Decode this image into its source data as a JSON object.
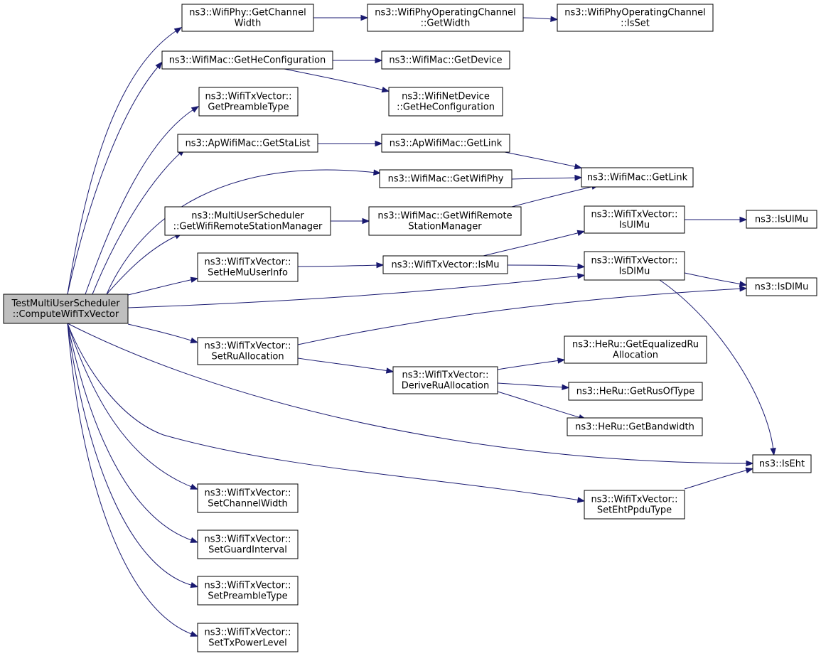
{
  "graph": {
    "type": "call-graph",
    "nodes": [
      {
        "id": "root",
        "lines": [
          "TestMultiUserScheduler",
          "::ComputeWifiTxVector"
        ],
        "highlighted": true
      },
      {
        "id": "getChannelWidth",
        "lines": [
          "ns3::WifiPhy::GetChannel",
          "Width"
        ]
      },
      {
        "id": "opChGetWidth",
        "lines": [
          "ns3::WifiPhyOperatingChannel",
          "::GetWidth"
        ]
      },
      {
        "id": "opChIsSet",
        "lines": [
          "ns3::WifiPhyOperatingChannel",
          "::IsSet"
        ]
      },
      {
        "id": "getHeConfiguration",
        "lines": [
          "ns3::WifiMac::GetHeConfiguration"
        ]
      },
      {
        "id": "getDevice",
        "lines": [
          "ns3::WifiMac::GetDevice"
        ]
      },
      {
        "id": "netDevGetHeConf",
        "lines": [
          "ns3::WifiNetDevice",
          "::GetHeConfiguration"
        ]
      },
      {
        "id": "getPreambleType",
        "lines": [
          "ns3::WifiTxVector::",
          "GetPreambleType"
        ]
      },
      {
        "id": "getStaList",
        "lines": [
          "ns3::ApWifiMac::GetStaList"
        ]
      },
      {
        "id": "apGetLink",
        "lines": [
          "ns3::ApWifiMac::GetLink"
        ]
      },
      {
        "id": "getWifiPhy",
        "lines": [
          "ns3::WifiMac::GetWifiPhy"
        ]
      },
      {
        "id": "macGetLink",
        "lines": [
          "ns3::WifiMac::GetLink"
        ]
      },
      {
        "id": "musGetRsm",
        "lines": [
          "ns3::MultiUserScheduler",
          "::GetWifiRemoteStationManager"
        ]
      },
      {
        "id": "macGetRsm",
        "lines": [
          "ns3::WifiMac::GetWifiRemote",
          "StationManager"
        ]
      },
      {
        "id": "isUlMuVec",
        "lines": [
          "ns3::WifiTxVector::",
          "IsUlMu"
        ]
      },
      {
        "id": "isUlMu",
        "lines": [
          "ns3::IsUlMu"
        ]
      },
      {
        "id": "setHeMuUserInfo",
        "lines": [
          "ns3::WifiTxVector::",
          "SetHeMuUserInfo"
        ]
      },
      {
        "id": "isMu",
        "lines": [
          "ns3::WifiTxVector::IsMu"
        ]
      },
      {
        "id": "isDlMuVec",
        "lines": [
          "ns3::WifiTxVector::",
          "IsDlMu"
        ]
      },
      {
        "id": "isDlMu",
        "lines": [
          "ns3::IsDlMu"
        ]
      },
      {
        "id": "setRuAllocation",
        "lines": [
          "ns3::WifiTxVector::",
          "SetRuAllocation"
        ]
      },
      {
        "id": "deriveRuAllocation",
        "lines": [
          "ns3::WifiTxVector::",
          "DeriveRuAllocation"
        ]
      },
      {
        "id": "getEqualizedRu",
        "lines": [
          "ns3::HeRu::GetEqualizedRu",
          "Allocation"
        ]
      },
      {
        "id": "getRusOfType",
        "lines": [
          "ns3::HeRu::GetRusOfType"
        ]
      },
      {
        "id": "getBandwidth",
        "lines": [
          "ns3::HeRu::GetBandwidth"
        ]
      },
      {
        "id": "isEht",
        "lines": [
          "ns3::IsEht"
        ]
      },
      {
        "id": "setEhtPpduType",
        "lines": [
          "ns3::WifiTxVector::",
          "SetEhtPpduType"
        ]
      },
      {
        "id": "setChannelWidth",
        "lines": [
          "ns3::WifiTxVector::",
          "SetChannelWidth"
        ]
      },
      {
        "id": "setGuardInterval",
        "lines": [
          "ns3::WifiTxVector::",
          "SetGuardInterval"
        ]
      },
      {
        "id": "setPreambleType",
        "lines": [
          "ns3::WifiTxVector::",
          "SetPreambleType"
        ]
      },
      {
        "id": "setTxPowerLevel",
        "lines": [
          "ns3::WifiTxVector::",
          "SetTxPowerLevel"
        ]
      }
    ],
    "edges": [
      {
        "from": "root",
        "to": "getChannelWidth"
      },
      {
        "from": "root",
        "to": "getHeConfiguration"
      },
      {
        "from": "root",
        "to": "getPreambleType"
      },
      {
        "from": "root",
        "to": "getStaList"
      },
      {
        "from": "root",
        "to": "getWifiPhy"
      },
      {
        "from": "root",
        "to": "musGetRsm"
      },
      {
        "from": "root",
        "to": "setHeMuUserInfo"
      },
      {
        "from": "root",
        "to": "isDlMuVec"
      },
      {
        "from": "root",
        "to": "setRuAllocation"
      },
      {
        "from": "root",
        "to": "isEht"
      },
      {
        "from": "root",
        "to": "setEhtPpduType"
      },
      {
        "from": "root",
        "to": "setChannelWidth"
      },
      {
        "from": "root",
        "to": "setGuardInterval"
      },
      {
        "from": "root",
        "to": "setPreambleType"
      },
      {
        "from": "root",
        "to": "setTxPowerLevel"
      },
      {
        "from": "getChannelWidth",
        "to": "opChGetWidth"
      },
      {
        "from": "opChGetWidth",
        "to": "opChIsSet"
      },
      {
        "from": "getHeConfiguration",
        "to": "getDevice"
      },
      {
        "from": "getHeConfiguration",
        "to": "netDevGetHeConf"
      },
      {
        "from": "getStaList",
        "to": "apGetLink"
      },
      {
        "from": "apGetLink",
        "to": "macGetLink"
      },
      {
        "from": "getWifiPhy",
        "to": "macGetLink"
      },
      {
        "from": "musGetRsm",
        "to": "macGetRsm"
      },
      {
        "from": "macGetRsm",
        "to": "macGetLink"
      },
      {
        "from": "setHeMuUserInfo",
        "to": "isMu"
      },
      {
        "from": "isMu",
        "to": "isUlMuVec"
      },
      {
        "from": "isMu",
        "to": "isDlMuVec"
      },
      {
        "from": "isUlMuVec",
        "to": "isUlMu"
      },
      {
        "from": "isDlMuVec",
        "to": "isDlMu"
      },
      {
        "from": "isDlMuVec",
        "to": "isEht"
      },
      {
        "from": "setRuAllocation",
        "to": "isDlMu"
      },
      {
        "from": "setRuAllocation",
        "to": "deriveRuAllocation"
      },
      {
        "from": "deriveRuAllocation",
        "to": "getEqualizedRu"
      },
      {
        "from": "deriveRuAllocation",
        "to": "getRusOfType"
      },
      {
        "from": "deriveRuAllocation",
        "to": "getBandwidth"
      },
      {
        "from": "setEhtPpduType",
        "to": "isEht"
      }
    ]
  }
}
